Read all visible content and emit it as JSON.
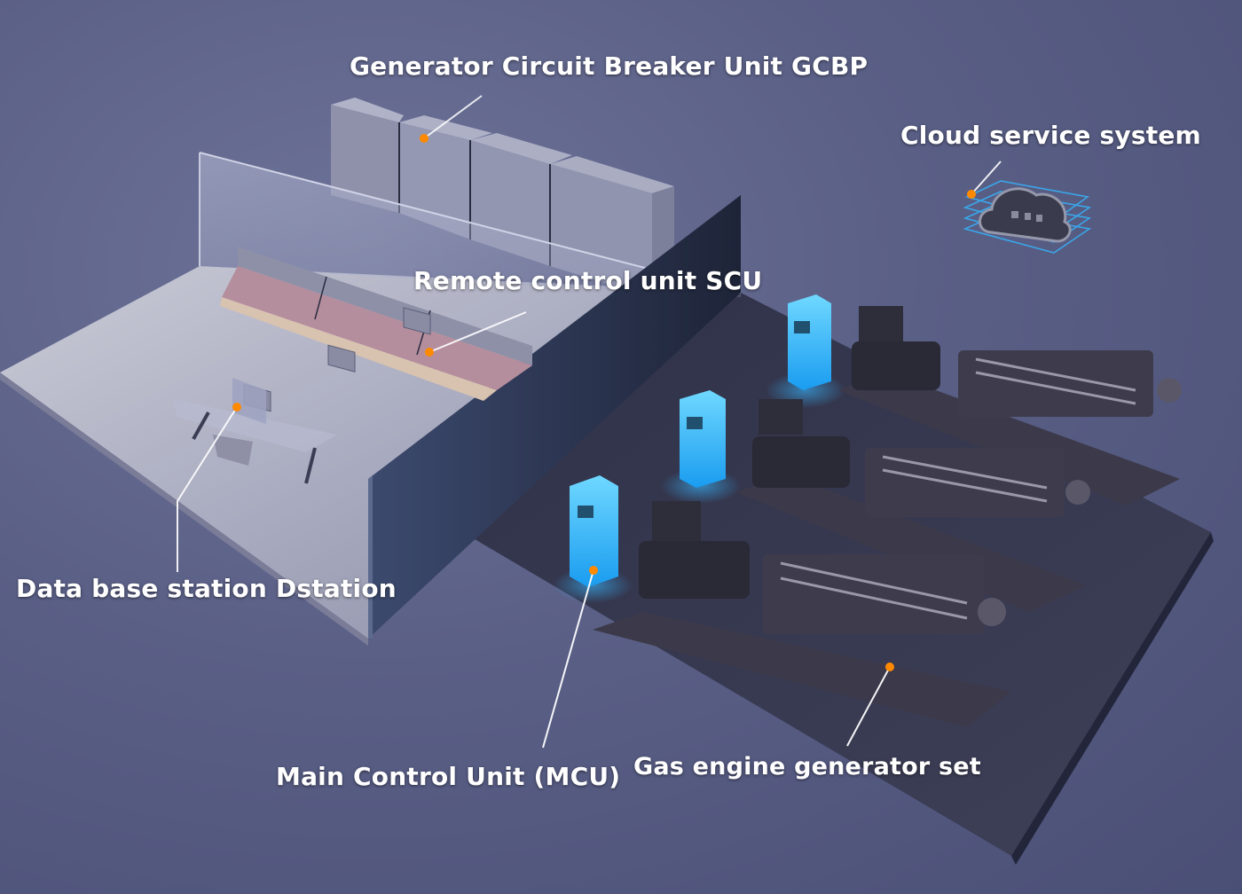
{
  "theme": {
    "background": "#5a5f86",
    "accent_dot": "#ff8a00",
    "leader_line": "#ffffff",
    "mcu_glow": "#33b8ff",
    "label_color": "#ffffff"
  },
  "labels": [
    {
      "id": "gcbp",
      "text": "Generator Circuit Breaker Unit GCBP"
    },
    {
      "id": "cloud",
      "text": "Cloud service system"
    },
    {
      "id": "scu",
      "text": "Remote control unit SCU"
    },
    {
      "id": "dstation",
      "text": "Data base station Dstation"
    },
    {
      "id": "mcu",
      "text": "Main Control Unit (MCU)"
    },
    {
      "id": "genset",
      "text": "Gas engine generator set"
    }
  ],
  "callouts": [
    {
      "label": "gcbp",
      "dot": [
        478,
        156
      ]
    },
    {
      "label": "cloud",
      "dot": [
        1095,
        219
      ]
    },
    {
      "label": "scu",
      "dot": [
        484,
        397
      ]
    },
    {
      "label": "dstation",
      "dot": [
        267,
        459
      ]
    },
    {
      "label": "mcu",
      "dot": [
        669,
        643
      ]
    },
    {
      "label": "genset",
      "dot": [
        1003,
        752
      ]
    }
  ]
}
